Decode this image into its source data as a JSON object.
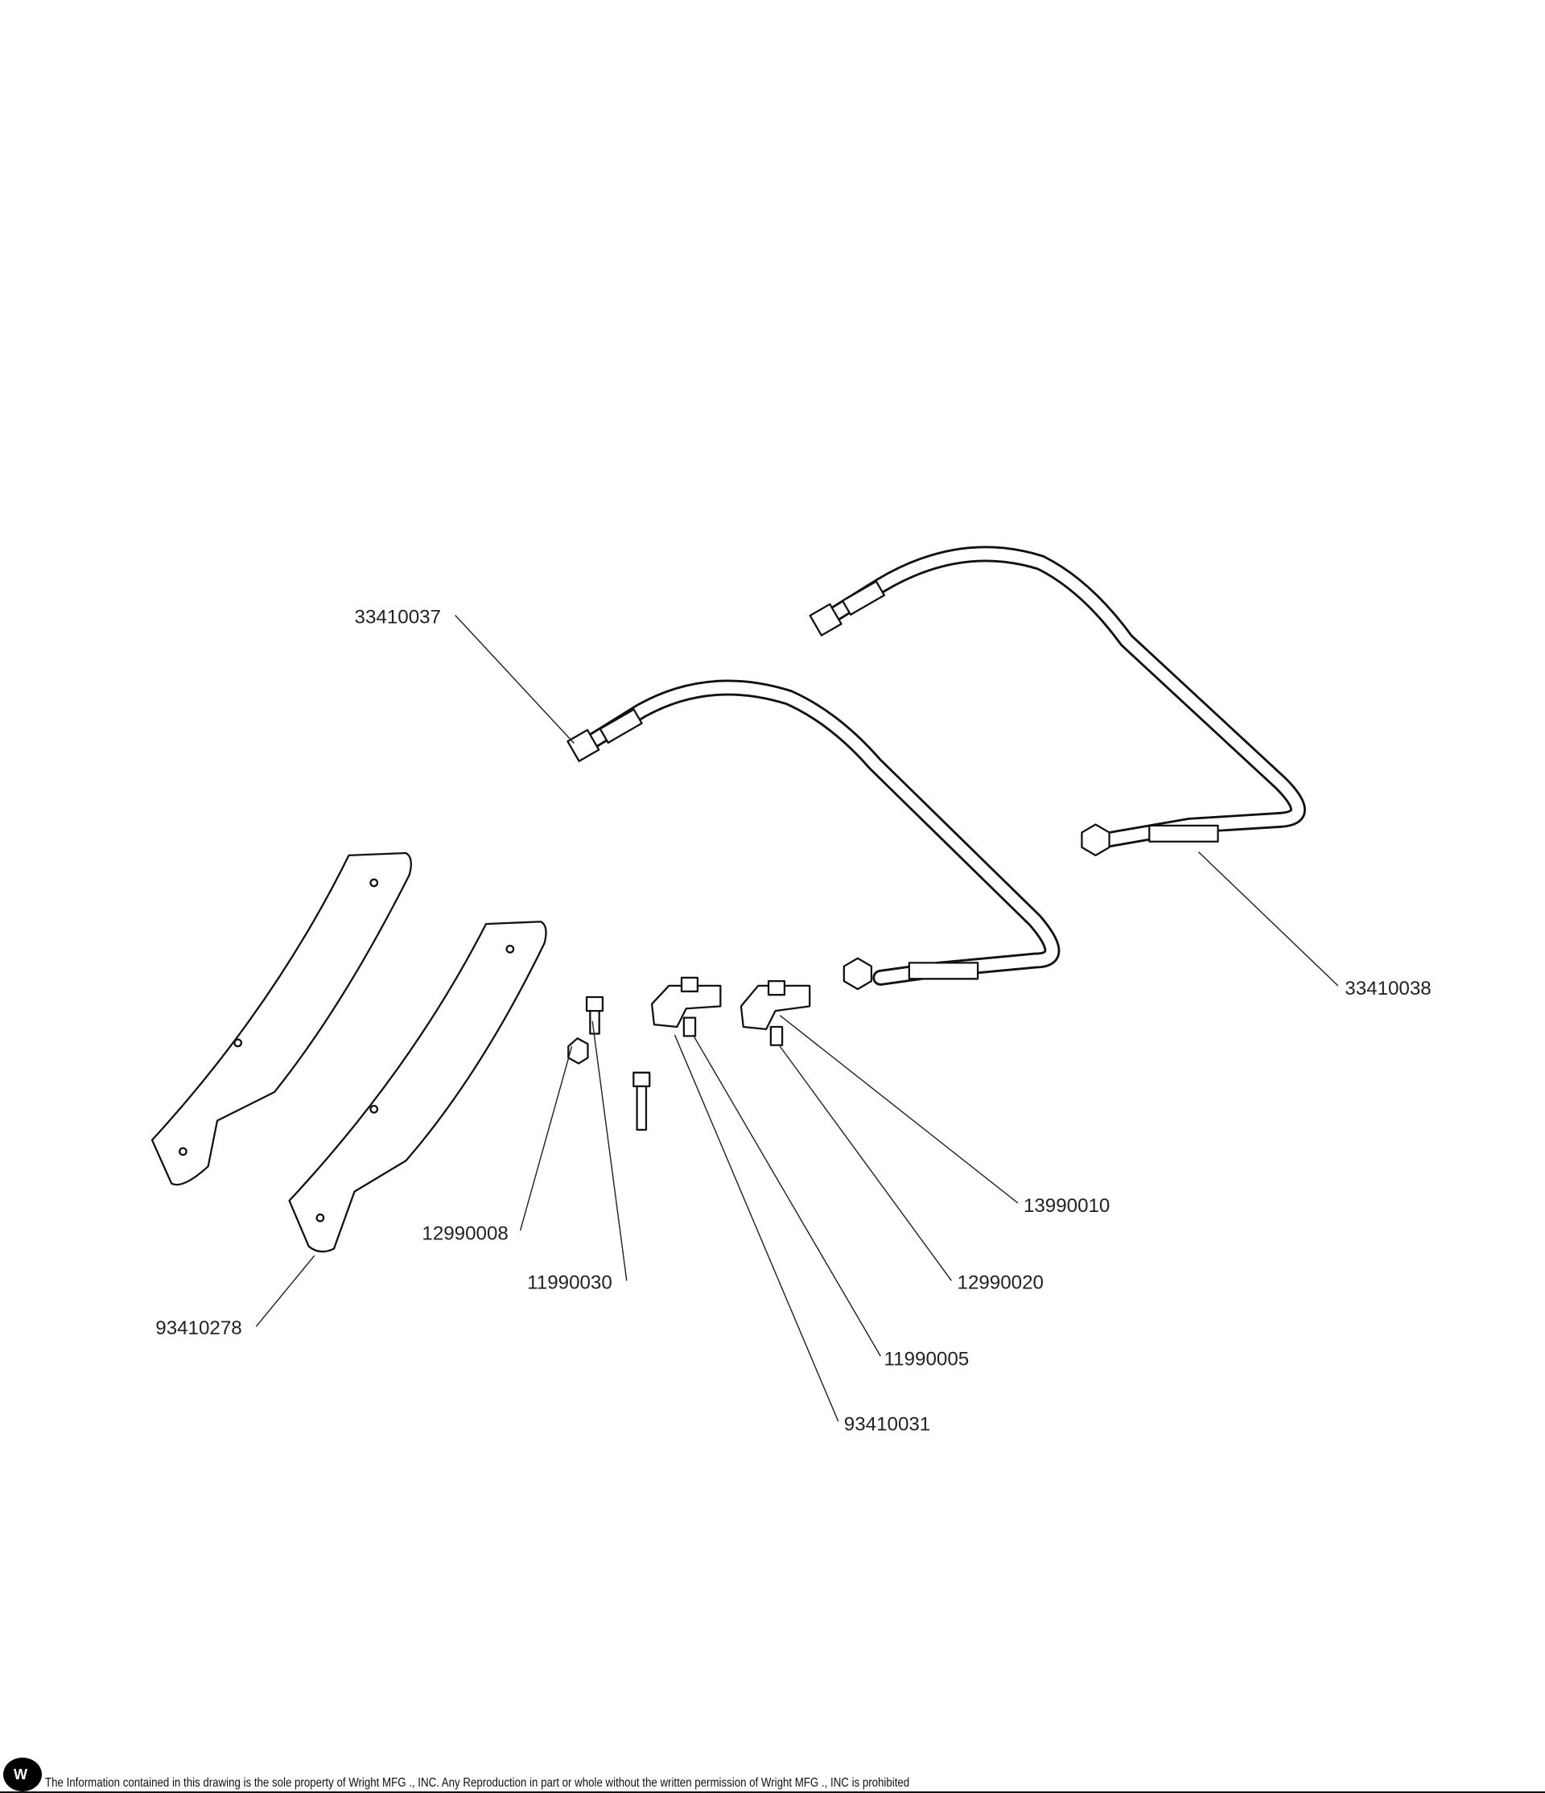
{
  "diagram": {
    "part_labels": {
      "hose_left": "33410037",
      "hose_right": "33410038",
      "plate": "93410278",
      "nut_small": "12990008",
      "bolt_small": "11990030",
      "clamp": "13990010",
      "nut_clamp": "12990020",
      "bolt_clamp": "11990005",
      "bracket": "93410031"
    }
  },
  "footer": {
    "logo_text": "W",
    "notice": "The Information contained in this drawing is the sole property of Wright MFG ., INC. Any Reproduction in part or whole without the written permission of Wright MFG ., INC is prohibited"
  }
}
